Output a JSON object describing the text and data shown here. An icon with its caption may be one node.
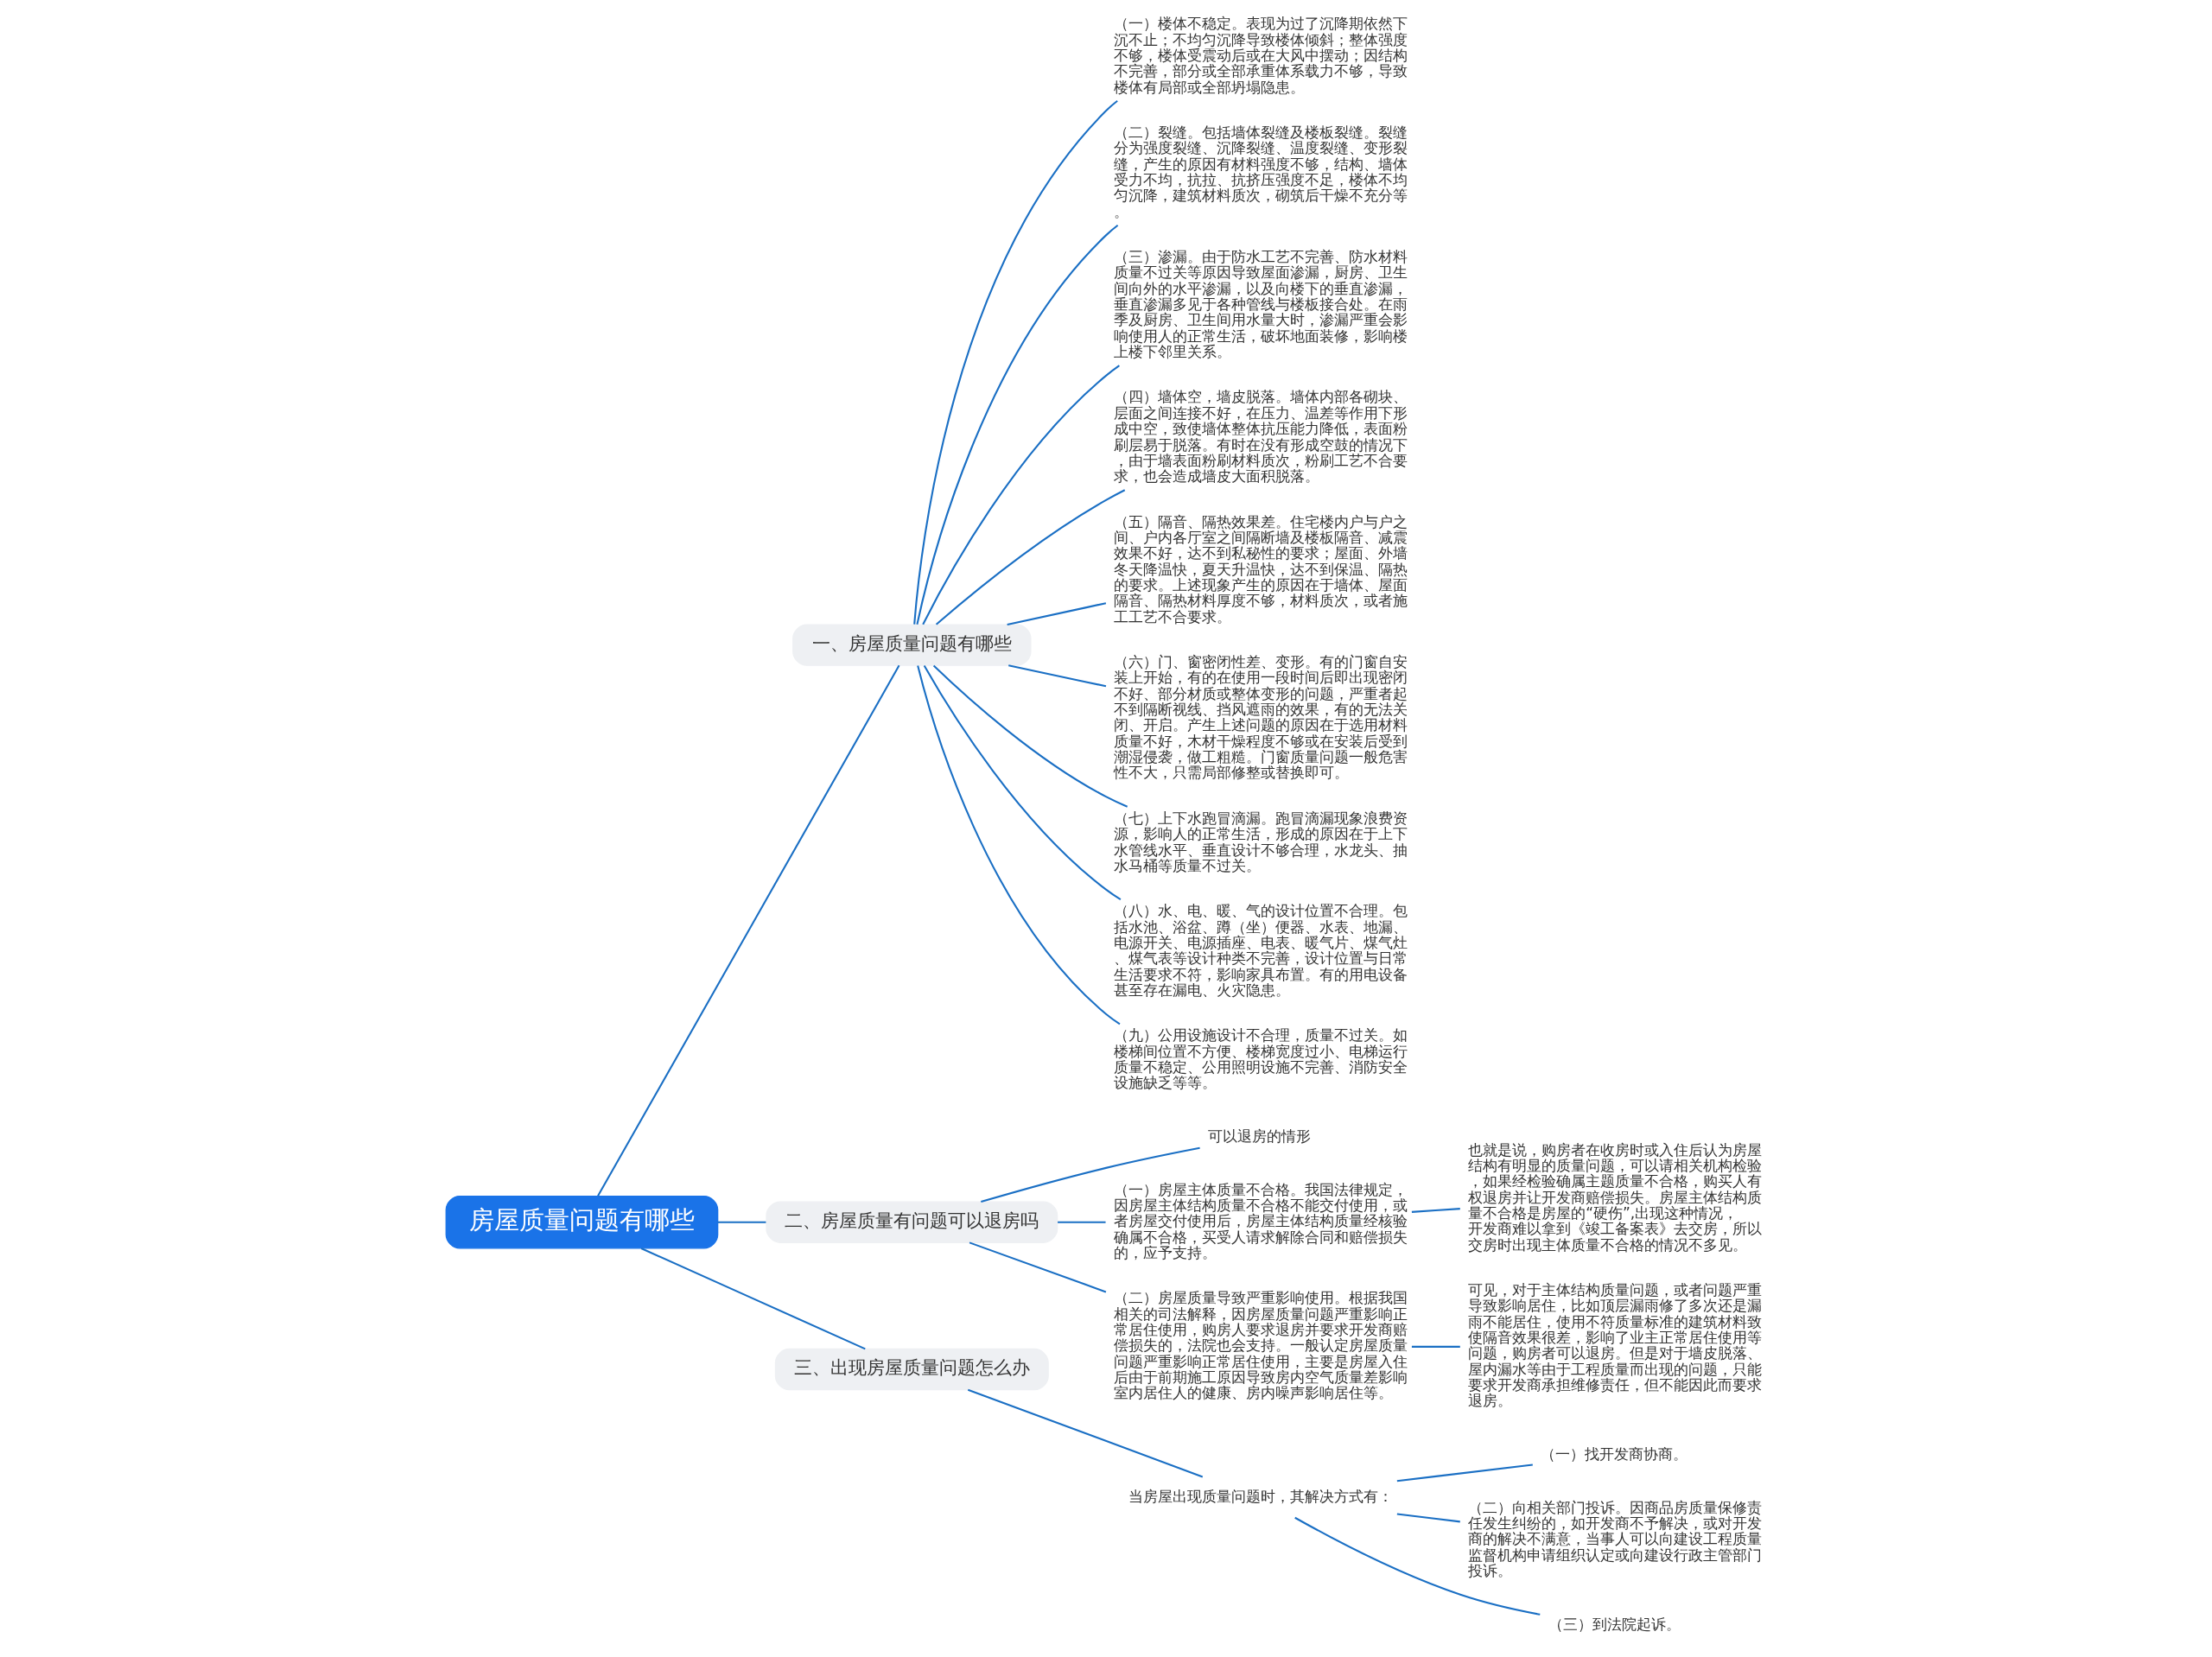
{
  "diagram": {
    "nodes": [
      {
        "text": [
          "房屋质量问题有哪些"
        ]
      },
      {
        "text": [
          "一、房屋质量问题有哪些"
        ]
      },
      {
        "text": [
          "（一）楼体不稳定。表现为过了沉降期依然下沉不止；不均匀沉降导致楼体倾斜；整体强度不够，楼体受震动后或在大风中摆动；因结构不完善，部分或全部承重体系载力不够，导致楼体有局部或全部坍塌隐患。"
        ]
      },
      {
        "text": [
          "（二）裂缝。包括墙体裂缝及楼板裂缝。裂缝分为强度裂缝、沉降裂缝、温度裂缝、变形裂缝，产生的原因有材料强度不够，结构、墙体受力不均，抗拉、抗挤压强度不足，楼体不均匀沉降，建筑材料质次，砌筑后干燥不充分等。"
        ]
      },
      {
        "text": [
          "（三）渗漏。由于防水工艺不完善、防水材料质量不过关等原因导致屋面渗漏，厨房、卫生间向外的水平渗漏，以及向楼下的垂直渗漏，垂直渗漏多见于各种管线与楼板接合处。在雨季及厨房、卫生间用水量大时，渗漏严重会影响使用人的正常生活，破坏地面装修，影响楼上楼下邻里关系。"
        ]
      },
      {
        "text": [
          "（四）墙体空，墙皮脱落。墙体内部各砌块、层面之间连接不好，在压力、温差等作用下形成中空，致使墙体整体抗压能力降低，表面粉刷层易于脱落。有时在没有形成空鼓的情况下，由于墙表面粉刷材料质次，粉刷工艺不合要求，也会造成墙皮大面积脱落。"
        ]
      },
      {
        "text": [
          "（五）隔音、隔热效果差。住宅楼内户与户之间、户内各厅室之间隔断墙及楼板隔音、减震效果不好，达不到私秘性的要求；屋面、外墙冬天降温快，夏天升温快，达不到保温、隔热的要求。上述现象产生的原因在于墙体、屋面隔音、隔热材料厚度不够，材料质次，或者施工工艺不合要求。"
        ]
      },
      {
        "text": [
          "（六）门、窗密闭性差、变形。有的门窗自安装上开始，有的在使用一段时间后即出现密闭不好、部分材质或整体变形的问题，严重者起不到隔断视线、挡风遮雨的效果，有的无法关闭、开启。产生上述问题的原因在于选用材料质量不好，木材干燥程度不够或在安装后受到潮湿侵袭，做工粗糙。门窗质量问题一般危害性不大，只需局部修整或替换即可。"
        ]
      },
      {
        "text": [
          "（七）上下水跑冒滴漏。跑冒滴漏现象浪费资源，影响人的正常生活，形成的原因在于上下水管线水平、垂直设计不够合理，水龙头、抽水马桶等质量不过关。"
        ]
      },
      {
        "text": [
          "（八）水、电、暖、气的设计位置不合理。包括水池、浴盆、蹲（坐）便器、水表、地漏、电源开关、电源插座、电表、暖气片、煤气灶、煤气表等设计种类不完善，设计位置与日常生活要求不符，影响家具布置。有的用电设备甚至存在漏电、火灾隐患。"
        ]
      },
      {
        "text": [
          "（九）公用设施设计不合理，质量不过关。如楼梯间位置不方便、楼梯宽度过小、电梯运行质量不稳定、公用照明设施不完善、消防安全设施缺乏等等。"
        ]
      },
      {
        "text": [
          "二、房屋质量有问题可以退房吗"
        ]
      },
      {
        "text": [
          "可以退房的情形"
        ]
      },
      {
        "text": [
          "（一）房屋主体质量不合格。我国法律规定，因房屋主体结构质量不合格不能交付使用，或者房屋交付使用后，房屋主体结构质量经核验确属不合格，买受人请求解除合同和赔偿损失的，应予支持。"
        ]
      },
      {
        "text": [
          "也就是说，购房者在收房时或入住后认为房屋结构有明显的质量问题，可以请相关机构检验，如果经检验确属主题质量不合格，购买人有权退房并让开发商赔偿损失。房屋主体结构质量不合格是房屋的“硬伤”,出现这种情况，开发商难以拿到《竣工备案表》去交房，所以交房时出现主体质量不合格的情况不多见。"
        ]
      },
      {
        "text": [
          "（二）房屋质量导致严重影响使用。根据我国相关的司法解释，因房屋质量问题严重影响正常居住使用，购房人要求退房并要求开发商赔偿损失的，法院也会支持。一般认定房屋质量问题严重影响正常居住使用，主要是房屋入住后由于前期施工原因导致房内空气质量差影响室内居住人的健康、房内噪声影响居住等。"
        ]
      },
      {
        "text": [
          "可见，对于主体结构质量问题，或者问题严重导致影响居住，比如顶层漏雨修了多次还是漏雨不能居住，使用不符质量标准的建筑材料致使隔音效果很差，影响了业主正常居住使用等问题，购房者可以退房。但是对于墙皮脱落、屋内漏水等由于工程质量而出现的问题，只能要求开发商承担维修责任，但不能因此而要求退房。"
        ]
      },
      {
        "text": [
          "三、出现房屋质量问题怎么办"
        ]
      },
      {
        "text": [
          "当房屋出现质量问题时，其解决方式有："
        ]
      },
      {
        "text": [
          "（一）找开发商协商。"
        ]
      },
      {
        "text": [
          "（二）向相关部门投诉。因商品房质量保修责任发生纠纷的，如开发商不予解决，或对开发商的解决不满意，当事人可以向建设工程质量监督机构申请组织认定或向建设行政主管部门投诉。"
        ]
      },
      {
        "text": [
          "（三）到法院起诉。"
        ]
      }
    ],
    "edges": [
      {
        "from": 0,
        "to": 1,
        "arrow": "none"
      },
      {
        "from": 1,
        "to": 2,
        "arrow": "none"
      },
      {
        "from": 1,
        "to": 3,
        "arrow": "none"
      },
      {
        "from": 1,
        "to": 4,
        "arrow": "none"
      },
      {
        "from": 1,
        "to": 5,
        "arrow": "none"
      },
      {
        "from": 1,
        "to": 6,
        "arrow": "none"
      },
      {
        "from": 1,
        "to": 7,
        "arrow": "none"
      },
      {
        "from": 1,
        "to": 8,
        "arrow": "none"
      },
      {
        "from": 1,
        "to": 9,
        "arrow": "none"
      },
      {
        "from": 1,
        "to": 10,
        "arrow": "none"
      },
      {
        "from": 0,
        "to": 11,
        "arrow": "none"
      },
      {
        "from": 11,
        "to": 12,
        "arrow": "none"
      },
      {
        "from": 11,
        "to": 13,
        "arrow": "none"
      },
      {
        "from": 13,
        "to": 14,
        "arrow": "none"
      },
      {
        "from": 11,
        "to": 15,
        "arrow": "none"
      },
      {
        "from": 15,
        "to": 16,
        "arrow": "none"
      },
      {
        "from": 0,
        "to": 17,
        "arrow": "none"
      },
      {
        "from": 17,
        "to": 18,
        "arrow": "none"
      },
      {
        "from": 18,
        "to": 19,
        "arrow": "none"
      },
      {
        "from": 18,
        "to": 20,
        "arrow": "none"
      },
      {
        "from": 18,
        "to": 21,
        "arrow": "none"
      }
    ]
  }
}
